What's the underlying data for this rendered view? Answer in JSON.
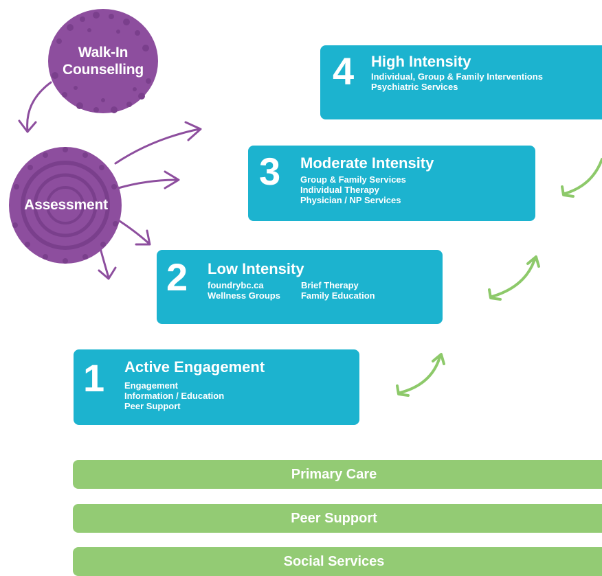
{
  "colors": {
    "purple": "#8d4e9e",
    "purple_dark": "#7a3f8c",
    "teal": "#1cb3cf",
    "green": "#93cb74",
    "arrow_green": "#8dc96a",
    "arrow_purple": "#8d4e9e"
  },
  "circles": {
    "walk_in": "Walk-In\nCounselling",
    "assessment": "Assessment"
  },
  "tiers": [
    {
      "number": "1",
      "title": "Active Engagement",
      "items": [
        "Engagement",
        "Information / Education",
        "Peer Support"
      ]
    },
    {
      "number": "2",
      "title": "Low Intensity",
      "items_left": [
        "foundrybc.ca",
        "Wellness Groups"
      ],
      "items_right": [
        "Brief Therapy",
        "Family Education"
      ]
    },
    {
      "number": "3",
      "title": "Moderate Intensity",
      "items": [
        "Group & Family Services",
        "Individual Therapy",
        "Physician / NP Services"
      ]
    },
    {
      "number": "4",
      "title": "High Intensity",
      "items": [
        "Individual, Group & Family Interventions",
        "Psychiatric Services"
      ]
    }
  ],
  "supports": [
    "Primary Care",
    "Peer Support",
    "Social Services"
  ]
}
